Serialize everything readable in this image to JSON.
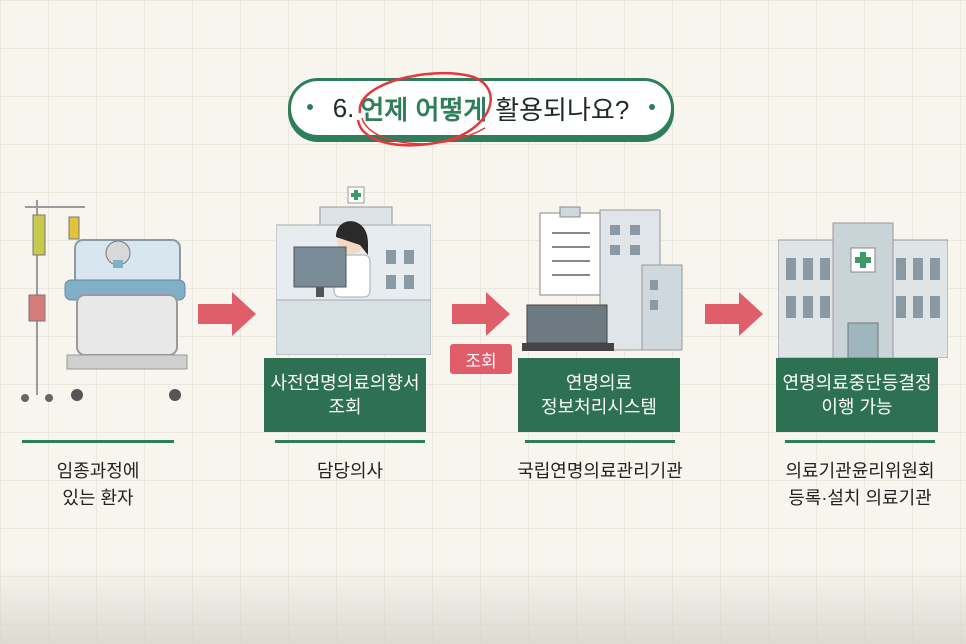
{
  "title": {
    "number": "6.",
    "highlight": "언제 어떻게",
    "rest": "활용되나요?"
  },
  "steps": [
    {
      "box_line1": "",
      "box_line2": "",
      "caption_line1": "임종과정에",
      "caption_line2": "있는 환자"
    },
    {
      "box_line1": "사전연명의료의향서",
      "box_line2": "조회",
      "caption_line1": "담당의사",
      "caption_line2": ""
    },
    {
      "box_line1": "연명의료",
      "box_line2": "정보처리시스템",
      "caption_line1": "국립연명의료관리기관",
      "caption_line2": ""
    },
    {
      "box_line1": "연명의료중단등결정",
      "box_line2": "이행 가능",
      "caption_line1": "의료기관윤리위원회",
      "caption_line2": "등록·설치 의료기관"
    }
  ],
  "badge": "조회",
  "colors": {
    "green": "#2e7152",
    "arrow": "#e05e6a",
    "background": "#f7f5ee"
  }
}
